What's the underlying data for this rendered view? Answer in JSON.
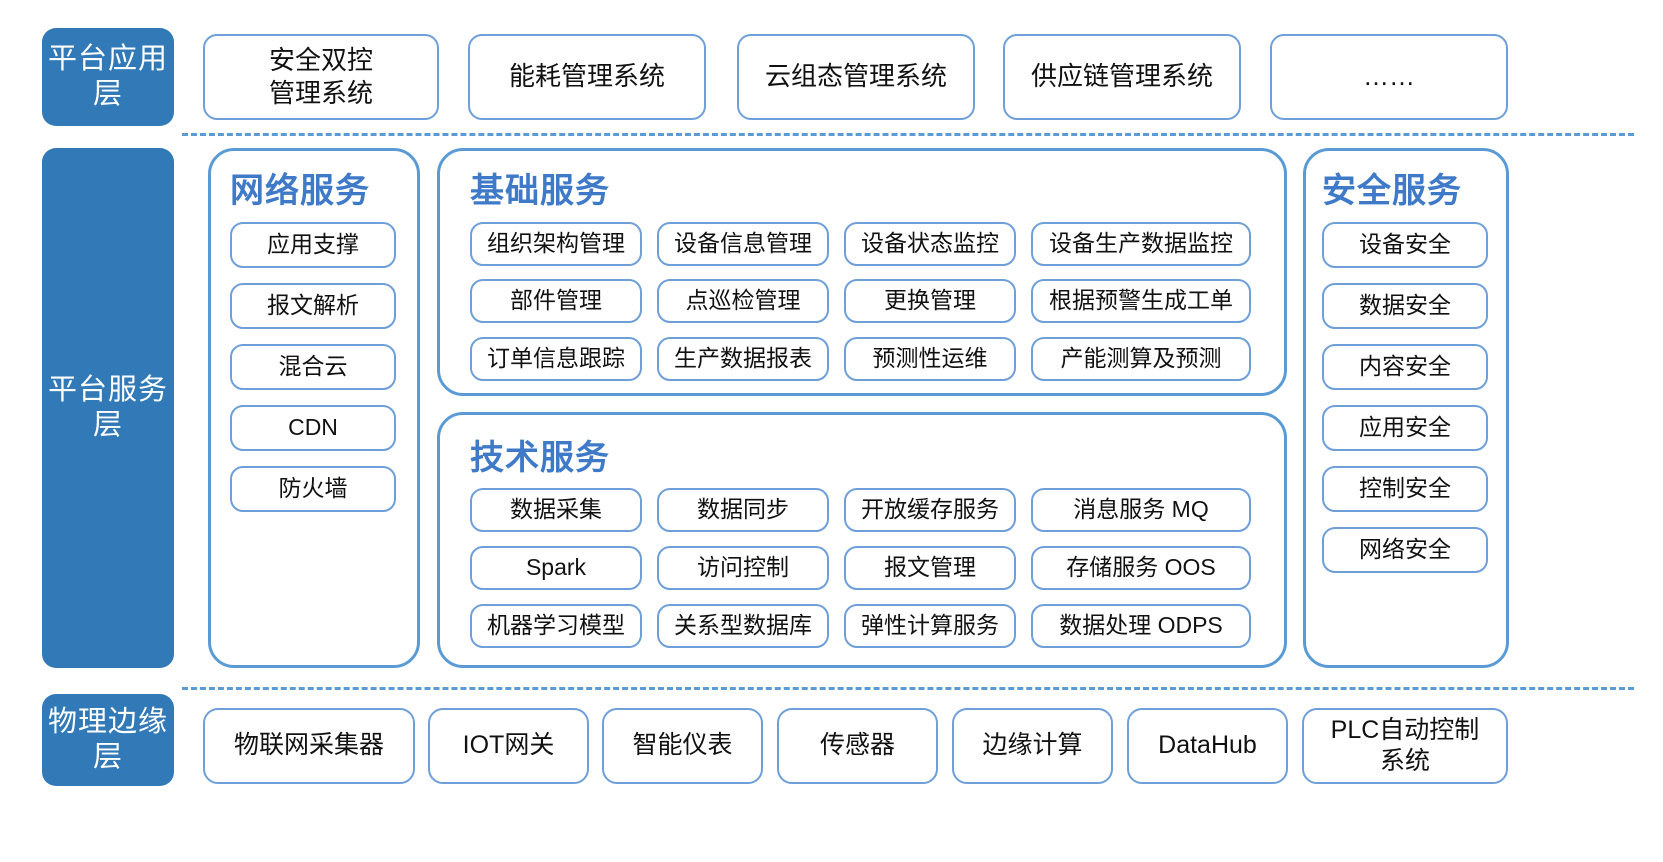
{
  "layers": {
    "application": "平台应用层",
    "platform_service": "平台服务层",
    "physical_edge": "物理边缘层"
  },
  "application_layer": {
    "apps": [
      "安全双控\n管理系统",
      "能耗管理系统",
      "云组态管理系统",
      "供应链管理系统",
      "……"
    ]
  },
  "platform_service_layer": {
    "groups": [
      {
        "title": "网络服务",
        "items": [
          "应用支撑",
          "报文解析",
          "混合云",
          "CDN",
          "防火墙"
        ]
      },
      {
        "title": "基础服务",
        "items": [
          "组织架构管理",
          "设备信息管理",
          "设备状态监控",
          "设备生产数据监控",
          "部件管理",
          "点巡检管理",
          "更换管理",
          "根据预警生成工单",
          "订单信息跟踪",
          "生产数据报表",
          "预测性运维",
          "产能测算及预测"
        ]
      },
      {
        "title": "技术服务",
        "items": [
          "数据采集",
          "数据同步",
          "开放缓存服务",
          "消息服务 MQ",
          "Spark",
          "访问控制",
          "报文管理",
          "存储服务 OOS",
          "机器学习模型",
          "关系型数据库",
          "弹性计算服务",
          "数据处理 ODPS"
        ]
      },
      {
        "title": "安全服务",
        "items": [
          "设备安全",
          "数据安全",
          "内容安全",
          "应用安全",
          "控制安全",
          "网络安全"
        ]
      }
    ]
  },
  "physical_edge_layer": {
    "items": [
      "物联网采集器",
      "IOT网关",
      "智能仪表",
      "传感器",
      "边缘计算",
      "DataHub",
      "PLC自动控制\n系统"
    ]
  },
  "colors": {
    "layer_pill_bg": "#3279b7",
    "group_border": "#5b9bd5",
    "chip_border": "#6f9fd8",
    "title_text": "#3f7ac8",
    "divider": "#5b9bd5",
    "background": "#ffffff"
  }
}
